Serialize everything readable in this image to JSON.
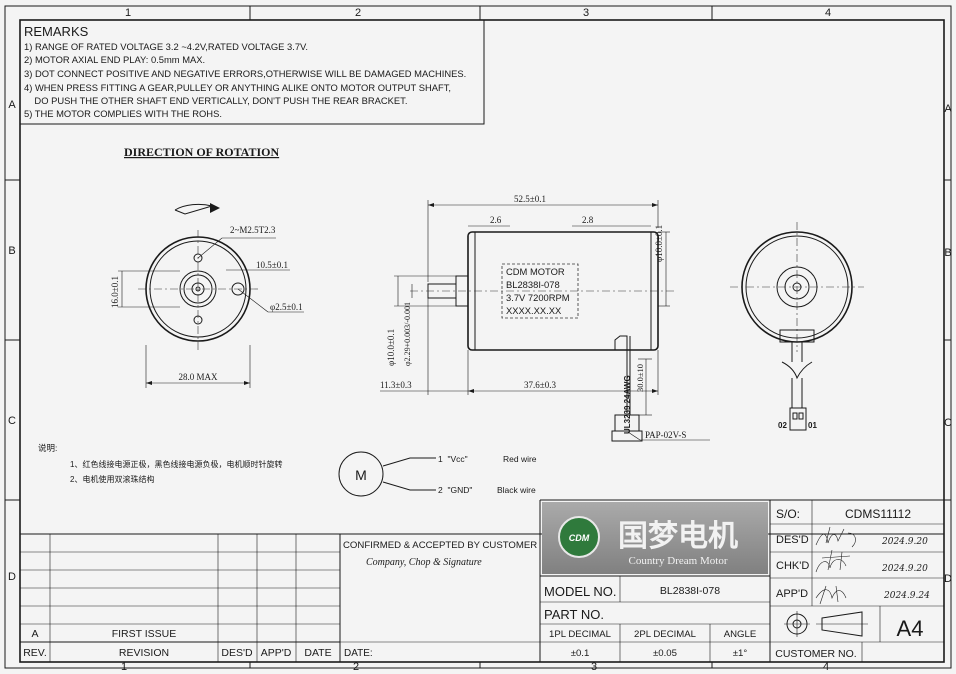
{
  "frame": {
    "columns": [
      "1",
      "2",
      "3",
      "4"
    ],
    "rows": [
      "A",
      "B",
      "C",
      "D"
    ]
  },
  "remarks": {
    "heading": "REMARKS",
    "lines": [
      "1) RANGE OF RATED VOLTAGE 3.2 ~4.2V,RATED VOLTAGE 3.7V.",
      "2) MOTOR AXIAL END PLAY: 0.5mm MAX.",
      "3) DOT CONNECT POSITIVE AND NEGATIVE ERRORS,OTHERWISE WILL BE DAMAGED MACHINES.",
      "4) WHEN PRESS FITTING A GEAR,PULLEY OR ANYTHING ALIKE ONTO MOTOR OUTPUT SHAFT,",
      "    DO PUSH THE OTHER SHAFT END VERTICALLY, DON'T PUSH THE REAR BRACKET.",
      "5) THE MOTOR COMPLIES WITH THE ROHS."
    ]
  },
  "rotation": {
    "title": "DIRECTION OF ROTATION"
  },
  "front_view": {
    "holes": "2~M2.5T2.3",
    "dim_top": "10.5±0.1",
    "dim_left": "16.0±0.1",
    "dim_shaft": "φ2.5±0.1",
    "dim_width": "28.0 MAX"
  },
  "side_view": {
    "length": "52.5±0.1",
    "left_step": "2.6",
    "right_step": "2.8",
    "dia_body": "φ10.0±0.1",
    "dia_boss": "φ10.0±0.1",
    "dia_shaft": "φ2.29+0.003/-0.001",
    "shaft_len": "11.3±0.3",
    "body_len": "37.6±0.3",
    "wire_len": "30.0±10",
    "wire_spec": "UL3239 24AWG",
    "connector": "PAP-02V-S",
    "label": [
      "CDM MOTOR",
      "BL2838I-078",
      "3.7V 7200RPM",
      "XXXX.XX.XX"
    ]
  },
  "rear_view": {
    "pin_left": "02",
    "pin_right": "01"
  },
  "notes": {
    "heading": "说明:",
    "items": [
      "1、红色线接电源正极，黑色线接电源负极，电机顺时针旋转",
      "2、电机使用双滚珠结构"
    ]
  },
  "wiring": {
    "symbol": "M",
    "pin1": "1  \"Vcc\"",
    "pin1_color": "Red wire",
    "pin2": "2  \"GND\"",
    "pin2_color": "Black wire"
  },
  "revision_table": {
    "first_row_rev": "A",
    "first_row_text": "FIRST ISSUE",
    "headers": [
      "REV.",
      "REVISION",
      "DES'D",
      "APP'D",
      "DATE"
    ]
  },
  "confirm": {
    "title": "CONFIRMED & ACCEPTED BY CUSTOMER",
    "subtitle": "Company, Chop & Signature",
    "date_label": "DATE:"
  },
  "company": {
    "logo_text": "CDM",
    "name_cn": "国梦电机",
    "name_en": "Country Dream Motor"
  },
  "title_block": {
    "model_label": "MODEL NO.",
    "model_value": "BL2838I-078",
    "part_label": "PART NO.",
    "tol_headers": [
      "1PL DECIMAL",
      "2PL DECIMAL",
      "ANGLE"
    ],
    "tol_values": [
      "±0.1",
      "±0.05",
      "±1°"
    ],
    "so_label": "S/O:",
    "so_value": "CDMS11112",
    "desd_label": "DES'D",
    "chkd_label": "CHK'D",
    "appd_label": "APP'D",
    "desd_date": "2024.9.20",
    "chkd_date": "2024.9.20",
    "appd_date": "2024.9.24",
    "size": "A4",
    "customer_label": "CUSTOMER NO."
  },
  "colors": {
    "logo_green": "#2f7a3c",
    "ink": "#1a1a1a",
    "paper": "#f4f4f4"
  }
}
